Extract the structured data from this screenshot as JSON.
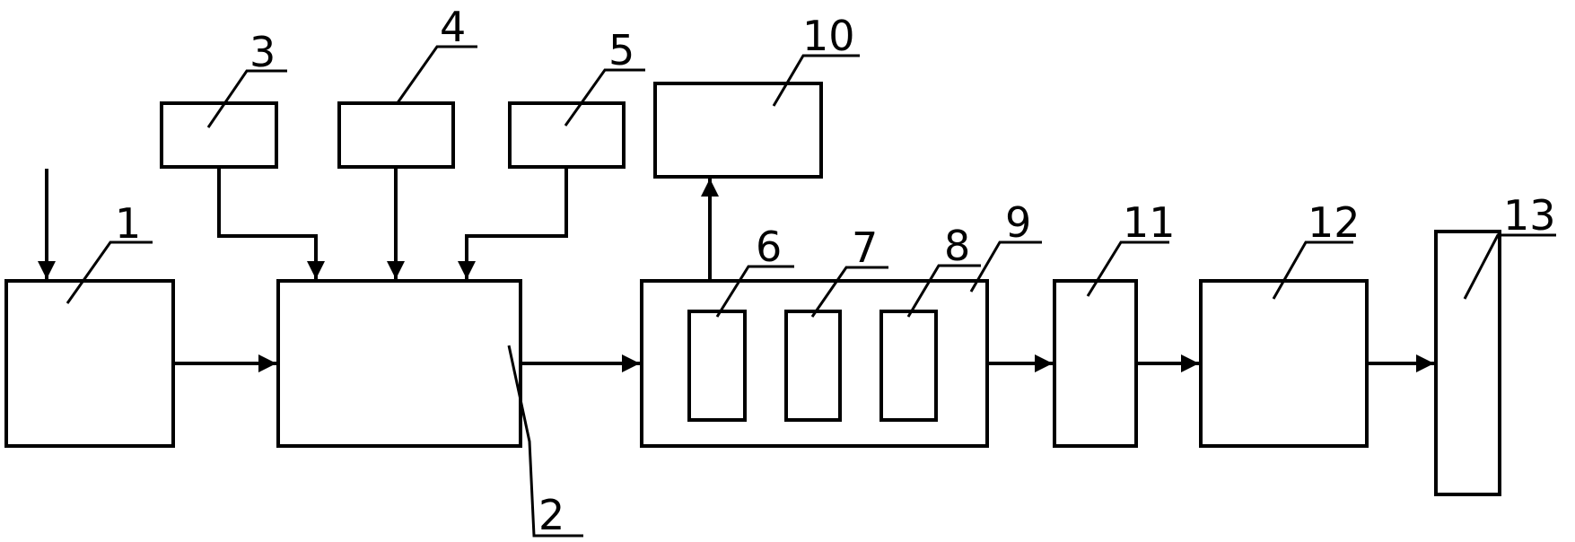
{
  "diagram": {
    "labels": {
      "b1": "1",
      "b2": "2",
      "b3": "3",
      "b4": "4",
      "b5": "5",
      "b6": "6",
      "b7": "7",
      "b8": "8",
      "b9": "9",
      "b10": "10",
      "b11": "11",
      "b12": "12",
      "b13": "13"
    }
  }
}
